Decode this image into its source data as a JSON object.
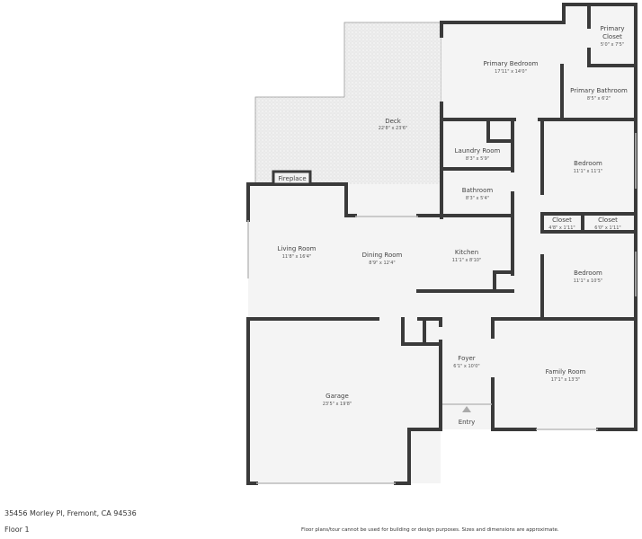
{
  "rooms": {
    "deck": {
      "name": "Deck",
      "dim": "22'8\" x 23'6\""
    },
    "primary_bedroom": {
      "name": "Primary Bedroom",
      "dim": "17'11\" x 14'0\""
    },
    "primary_closet": {
      "name1": "Primary",
      "name2": "Closet",
      "dim": "5'0\" x 7'5\""
    },
    "primary_bathroom": {
      "name": "Primary Bathroom",
      "dim": "8'5\" x 6'2\""
    },
    "laundry": {
      "name": "Laundry Room",
      "dim": "8'3\" x 5'9\""
    },
    "bathroom": {
      "name": "Bathroom",
      "dim": "8'3\" x 5'4\""
    },
    "bedroom1": {
      "name": "Bedroom",
      "dim": "11'1\" x 11'1\""
    },
    "closet1": {
      "name": "Closet",
      "dim": "4'8\" x 1'11\""
    },
    "closet2": {
      "name": "Closet",
      "dim": "6'0\" x 1'11\""
    },
    "bedroom2": {
      "name": "Bedroom",
      "dim": "11'1\" x 10'5\""
    },
    "fireplace": {
      "name": "Fireplace"
    },
    "living": {
      "name": "Living Room",
      "dim": "11'8\" x 16'4\""
    },
    "dining": {
      "name": "Dining Room",
      "dim": "8'9\" x 12'4\""
    },
    "kitchen": {
      "name": "Kitchen",
      "dim": "11'1\" x 8'10\""
    },
    "garage": {
      "name": "Garage",
      "dim": "23'5\" x 19'8\""
    },
    "foyer": {
      "name": "Foyer",
      "dim": "6'1\" x 10'0\""
    },
    "family": {
      "name": "Family Room",
      "dim": "17'1\" x 13'3\""
    },
    "entry": {
      "name": "Entry"
    }
  },
  "footer": {
    "address": "35456 Morley Pl, Fremont, CA 94536",
    "floor": "Floor 1",
    "disclaimer": "Floor plans/tour cannot be used for building or design purposes. Sizes and dimensions are approximate."
  }
}
